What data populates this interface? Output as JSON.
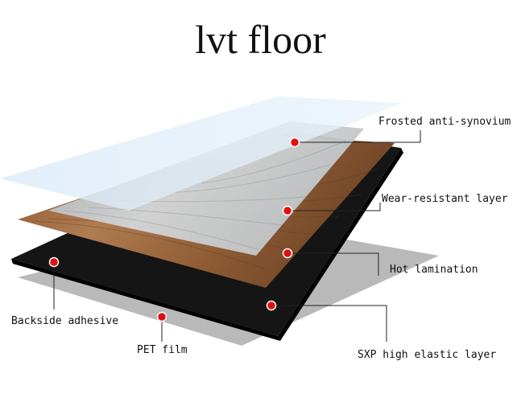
{
  "title": "lvt floor",
  "layers": [
    {
      "label": "Frosted anti-synovium",
      "color": "#dcebf7"
    },
    {
      "label": "Wear-resistant layer",
      "color": "#c9cdd1"
    },
    {
      "label": "Hot lamination",
      "color": "#9b6a44"
    },
    {
      "label": "SXP high elastic layer",
      "color": "#141414"
    },
    {
      "label": "Backside adhesive",
      "color": "#141414"
    },
    {
      "label": "PET film",
      "color": "#bdbdbd"
    }
  ],
  "marker_color": "#e01010"
}
